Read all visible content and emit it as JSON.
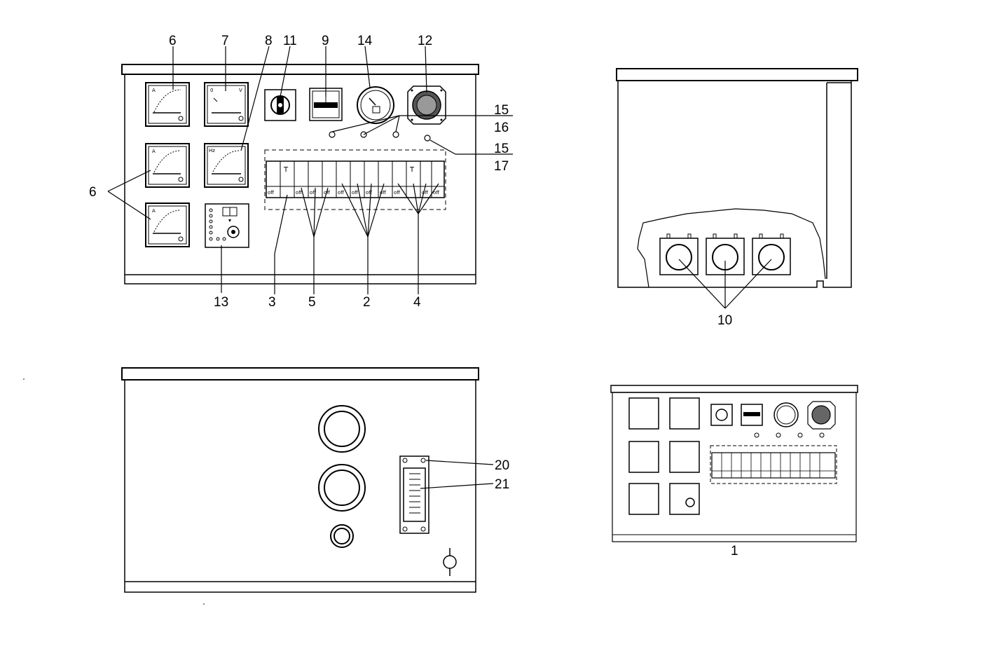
{
  "callouts": {
    "c6_top": "6",
    "c7": "7",
    "c8": "8",
    "c11": "11",
    "c9": "9",
    "c14": "14",
    "c12": "12",
    "c15a": "15",
    "c16": "16",
    "c15b": "15",
    "c17": "17",
    "c6_left": "6",
    "c13": "13",
    "c3": "3",
    "c5": "5",
    "c2": "2",
    "c4": "4",
    "c10": "10",
    "c20": "20",
    "c21": "21",
    "c1": "1"
  },
  "meter_marks": {
    "ammeter": "A",
    "voltmeter_left": "0",
    "voltmeter_right": "V",
    "frequency": "Hz",
    "breaker_t": "T",
    "breaker_off": "off"
  }
}
